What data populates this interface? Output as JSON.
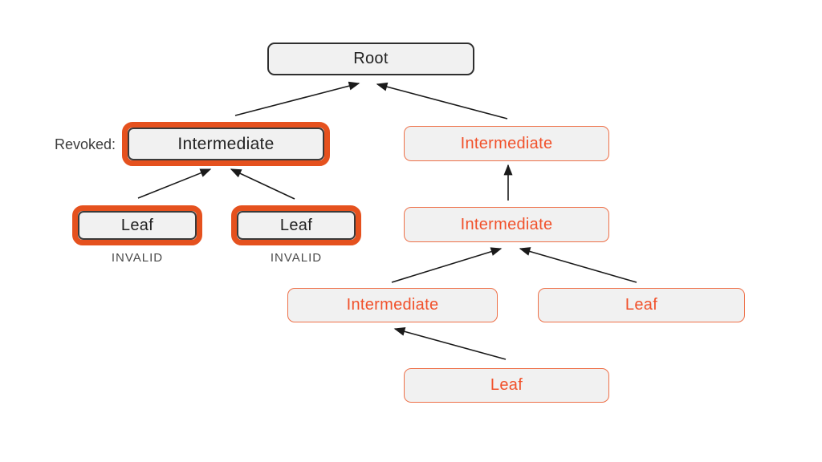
{
  "diagram": {
    "type": "certificate-trust-tree",
    "annotations": {
      "revoked_label": "Revoked:",
      "invalid_label_1": "INVALID",
      "invalid_label_2": "INVALID"
    },
    "colors": {
      "revoked_accent": "#e5511e",
      "valid_chain_border": "#ee7048",
      "valid_chain_text": "#f1512b",
      "node_fill": "#f1f1f1",
      "neutral_border": "#2f2f2f",
      "arrow": "#1a1a1a"
    },
    "nodes": [
      {
        "id": "root",
        "label": "Root"
      },
      {
        "id": "intermediate-revoked",
        "label": "Intermediate"
      },
      {
        "id": "leaf-invalid-left",
        "label": "Leaf"
      },
      {
        "id": "leaf-invalid-right",
        "label": "Leaf"
      },
      {
        "id": "intermediate-right-1",
        "label": "Intermediate"
      },
      {
        "id": "intermediate-right-2",
        "label": "Intermediate"
      },
      {
        "id": "intermediate-right-3",
        "label": "Intermediate"
      },
      {
        "id": "leaf-right",
        "label": "Leaf"
      },
      {
        "id": "leaf-bottom",
        "label": "Leaf"
      }
    ],
    "edges": [
      {
        "from": "intermediate-revoked",
        "to": "root"
      },
      {
        "from": "intermediate-right-1",
        "to": "root"
      },
      {
        "from": "leaf-invalid-left",
        "to": "intermediate-revoked"
      },
      {
        "from": "leaf-invalid-right",
        "to": "intermediate-revoked"
      },
      {
        "from": "intermediate-right-2",
        "to": "intermediate-right-1"
      },
      {
        "from": "intermediate-right-3",
        "to": "intermediate-right-2"
      },
      {
        "from": "leaf-right",
        "to": "intermediate-right-2"
      },
      {
        "from": "leaf-bottom",
        "to": "intermediate-right-3"
      }
    ]
  }
}
